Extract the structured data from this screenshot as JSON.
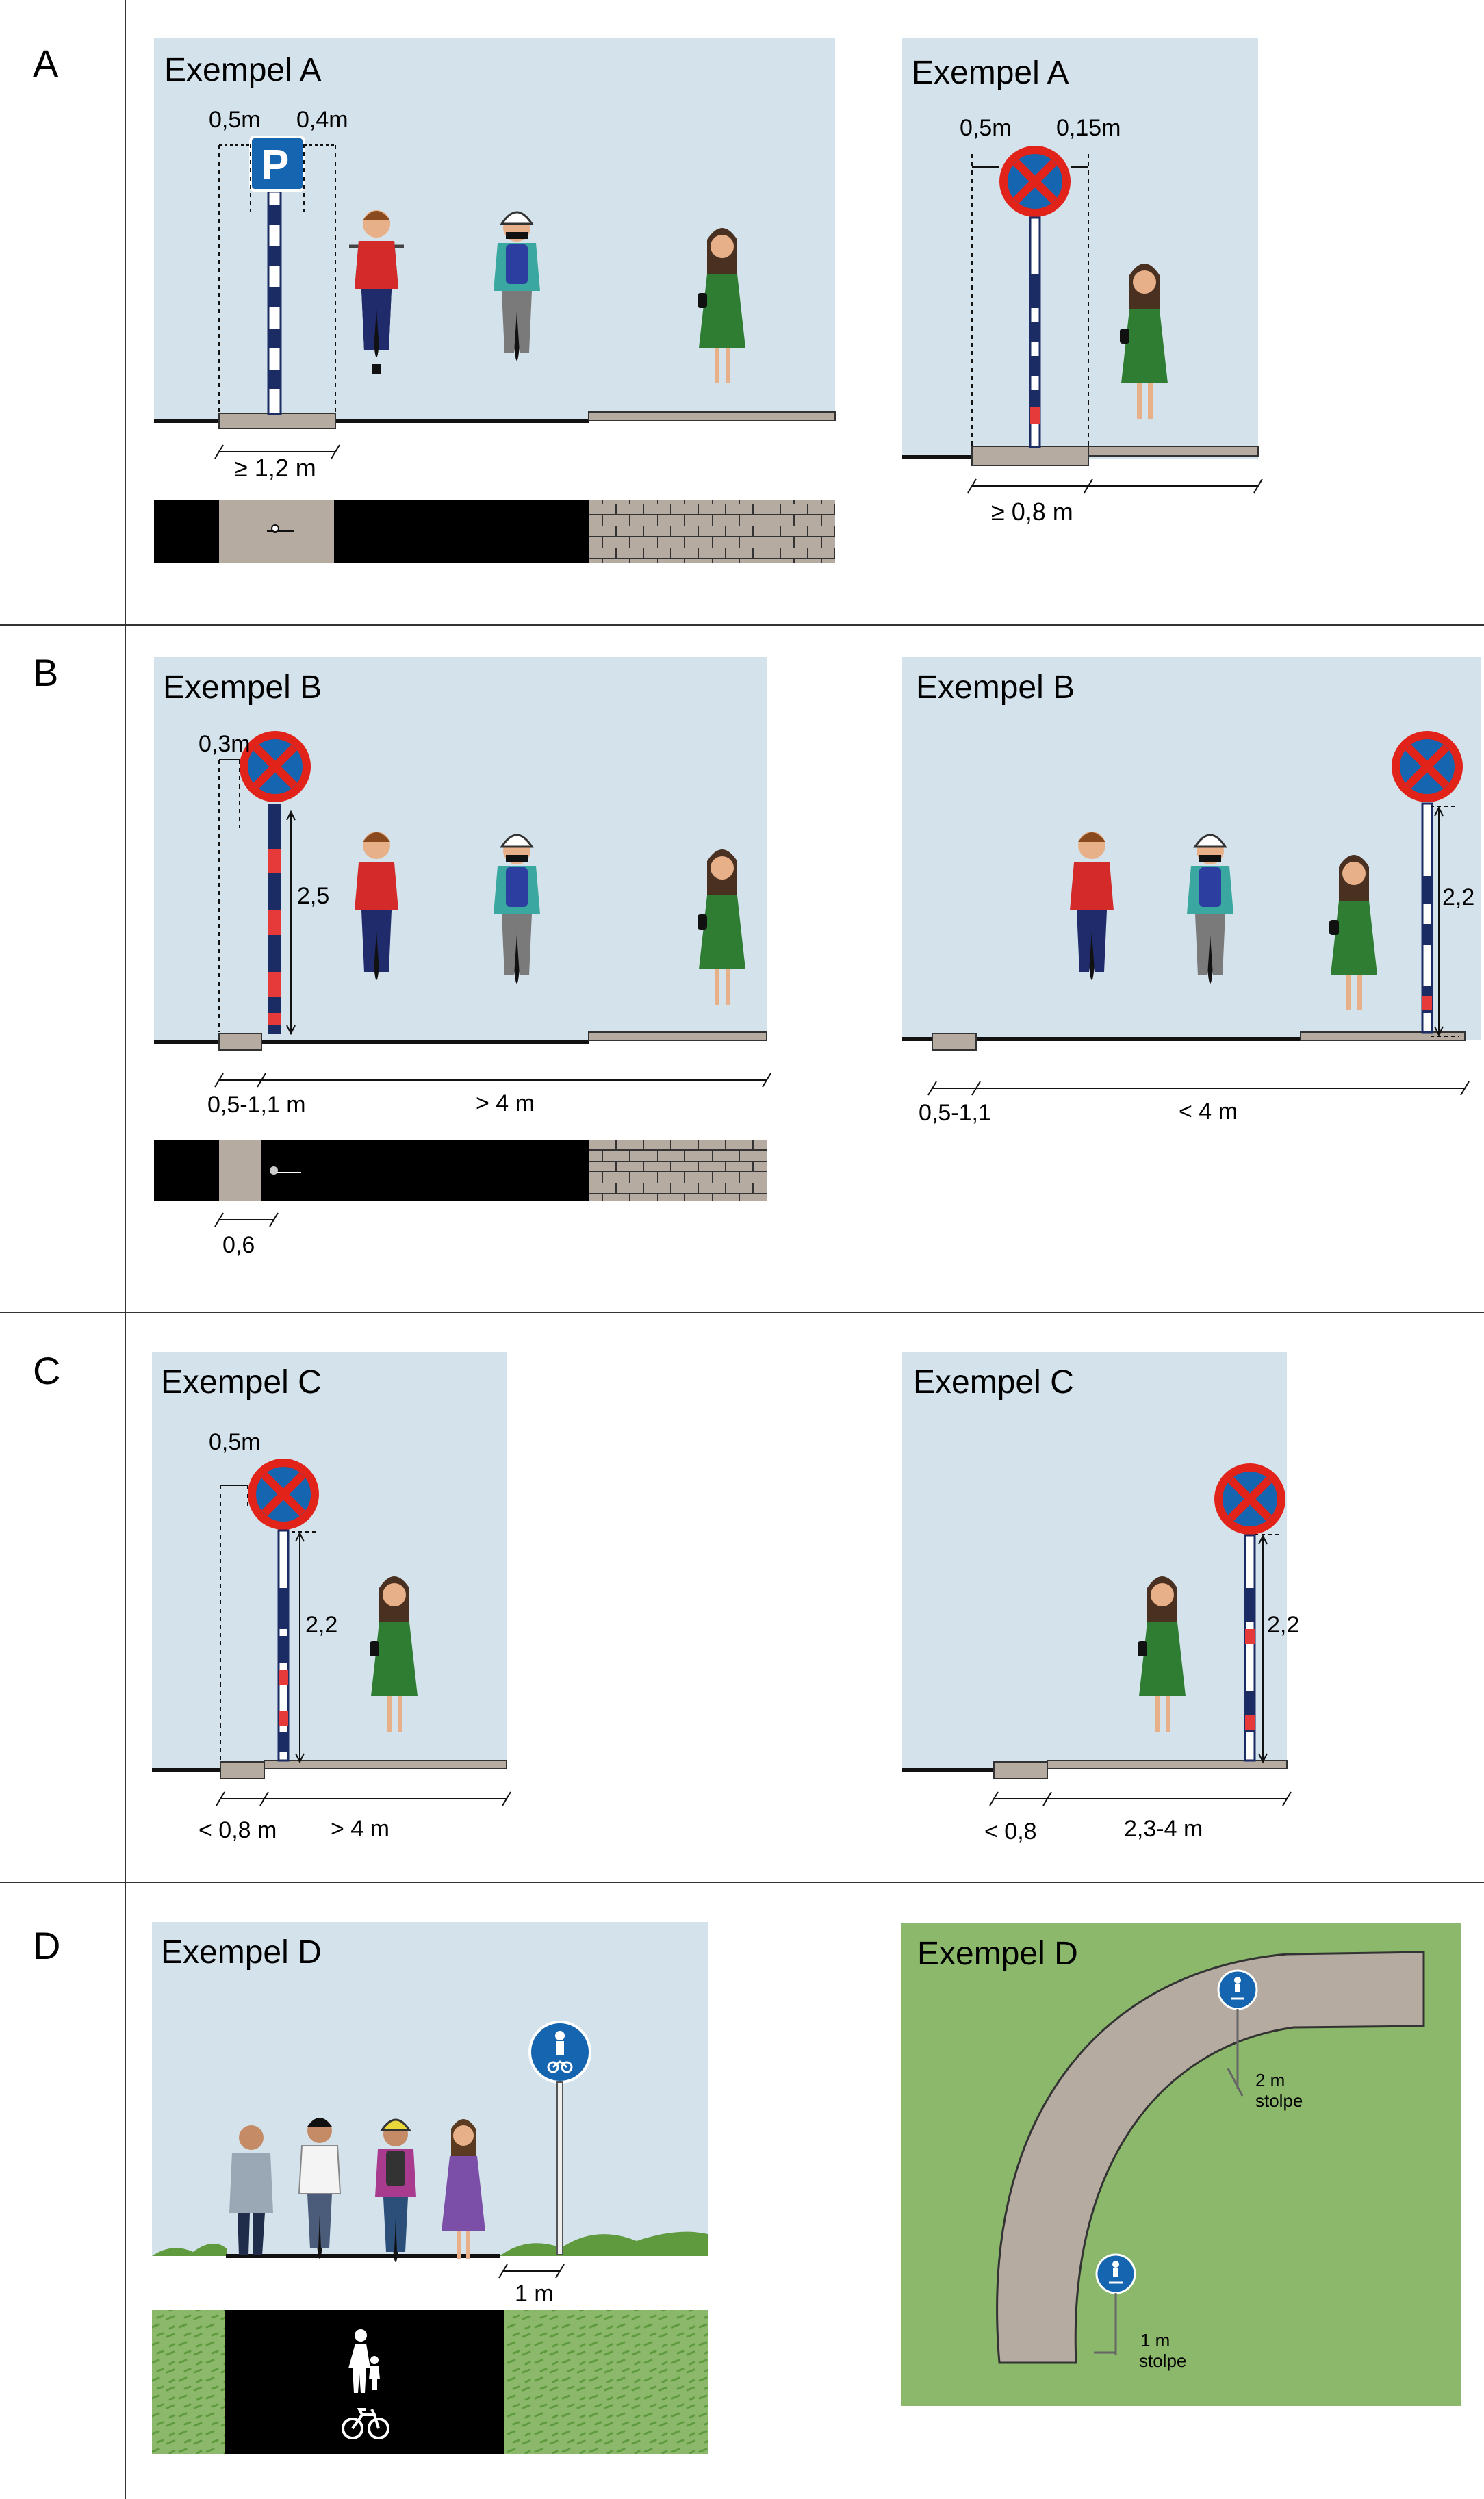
{
  "colors": {
    "sky": "#d4e2eb",
    "grass": "#8bb86a",
    "grass_dark": "#5f9a3e",
    "path": "#b5aba0",
    "asphalt": "#000000",
    "curb": "#b5aba0",
    "sign_blue": "#1565b0",
    "sign_red": "#e2231a",
    "pole_blue": "#1b2b63",
    "pole_red": "#e63a3a",
    "line": "#111111"
  },
  "rows": [
    {
      "label": "A"
    },
    {
      "label": "B"
    },
    {
      "label": "C"
    },
    {
      "label": "D"
    }
  ],
  "panels": {
    "a_left": {
      "title": "Exempel A",
      "sign": "parking",
      "sign_letter": "P",
      "dim_left": "0,5m",
      "dim_right": "0,4m",
      "dim_bottom": "≥ 1,2 m",
      "figures": [
        "cyclist-red-shirt",
        "cyclist-helmet-backpack",
        "pedestrian-green-dress"
      ]
    },
    "a_right": {
      "title": "Exempel A",
      "sign": "no-stopping",
      "dim_left": "0,5m",
      "dim_right": "0,15m",
      "dim_bottom": "≥ 0,8 m",
      "figures": [
        "pedestrian-green-dress"
      ]
    },
    "b_left": {
      "title": "Exempel B",
      "sign": "no-stopping",
      "dim_offset": "0,3m",
      "dim_height": "2,5",
      "dim_curb": "0,5-1,1 m",
      "dim_road": "> 4 m",
      "dim_plan": "0,6",
      "figures": [
        "cyclist-red-shirt",
        "cyclist-helmet-backpack",
        "pedestrian-green-dress"
      ]
    },
    "b_right": {
      "title": "Exempel B",
      "sign": "no-stopping",
      "dim_height": "2,2",
      "dim_curb": "0,5-1,1",
      "dim_road": "< 4 m",
      "figures": [
        "cyclist-red-shirt",
        "cyclist-helmet-backpack",
        "pedestrian-green-dress"
      ]
    },
    "c_left": {
      "title": "Exempel C",
      "sign": "no-stopping",
      "dim_offset": "0,5m",
      "dim_height": "2,2",
      "dim_curb": "< 0,8 m",
      "dim_road": "> 4 m",
      "figures": [
        "pedestrian-green-dress"
      ]
    },
    "c_right": {
      "title": "Exempel C",
      "sign": "no-stopping",
      "dim_height": "2,2",
      "dim_curb": "< 0,8",
      "dim_road": "2,3-4 m",
      "figures": [
        "pedestrian-green-dress"
      ]
    },
    "d_left": {
      "title": "Exempel D",
      "sign": "shared-path",
      "dim_bottom": "1 m",
      "figures": [
        "pedestrian-grey-jacket",
        "cyclist-white-shirt",
        "cyclist-helmet-backpack",
        "pedestrian-purple-dress"
      ]
    },
    "d_right": {
      "title": "Exempel D",
      "sign": "shared-path",
      "label_top_1": "2 m",
      "label_top_2": "stolpe",
      "label_bottom_1": "1 m",
      "label_bottom_2": "stolpe"
    }
  }
}
